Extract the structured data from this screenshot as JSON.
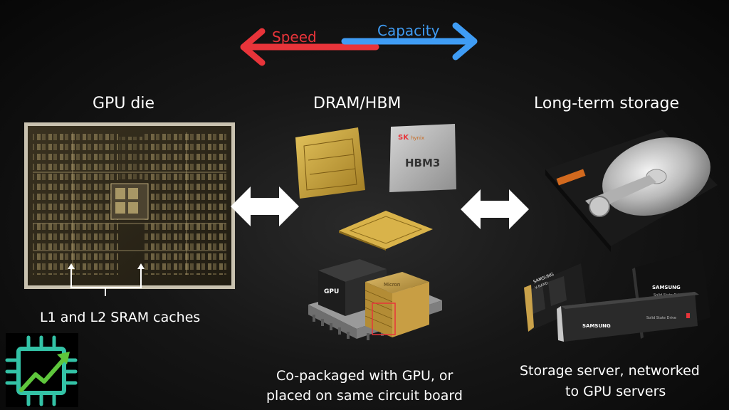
{
  "arrows": {
    "speed_label": "Speed",
    "capacity_label": "Capacity",
    "speed_color": "#e8343a",
    "capacity_color": "#3f9cf4"
  },
  "sections": {
    "gpu": {
      "heading": "GPU die",
      "caption": "L1 and L2 SRAM caches"
    },
    "dram": {
      "heading": "DRAM/HBM",
      "hbm_chip_label": "HBM3",
      "hbm_brand_top": "SK",
      "hbm_brand_bottom": "hynix",
      "package_gpu_label": "GPU",
      "package_mem_label": "Micron",
      "caption_line1": "Co-packaged with GPU, or",
      "caption_line2": "placed on same circuit board"
    },
    "storage": {
      "heading": "Long-term storage",
      "ssd_brand": "SAMSUNG",
      "ssd_sub": "Solid State Drive",
      "nvme_brand": "SAMSUNG",
      "nvme_sub": "V-NAND",
      "caption_line1": "Storage server, networked",
      "caption_line2": "to GPU servers"
    }
  },
  "logo": {
    "icon": "chip-growth-icon"
  }
}
